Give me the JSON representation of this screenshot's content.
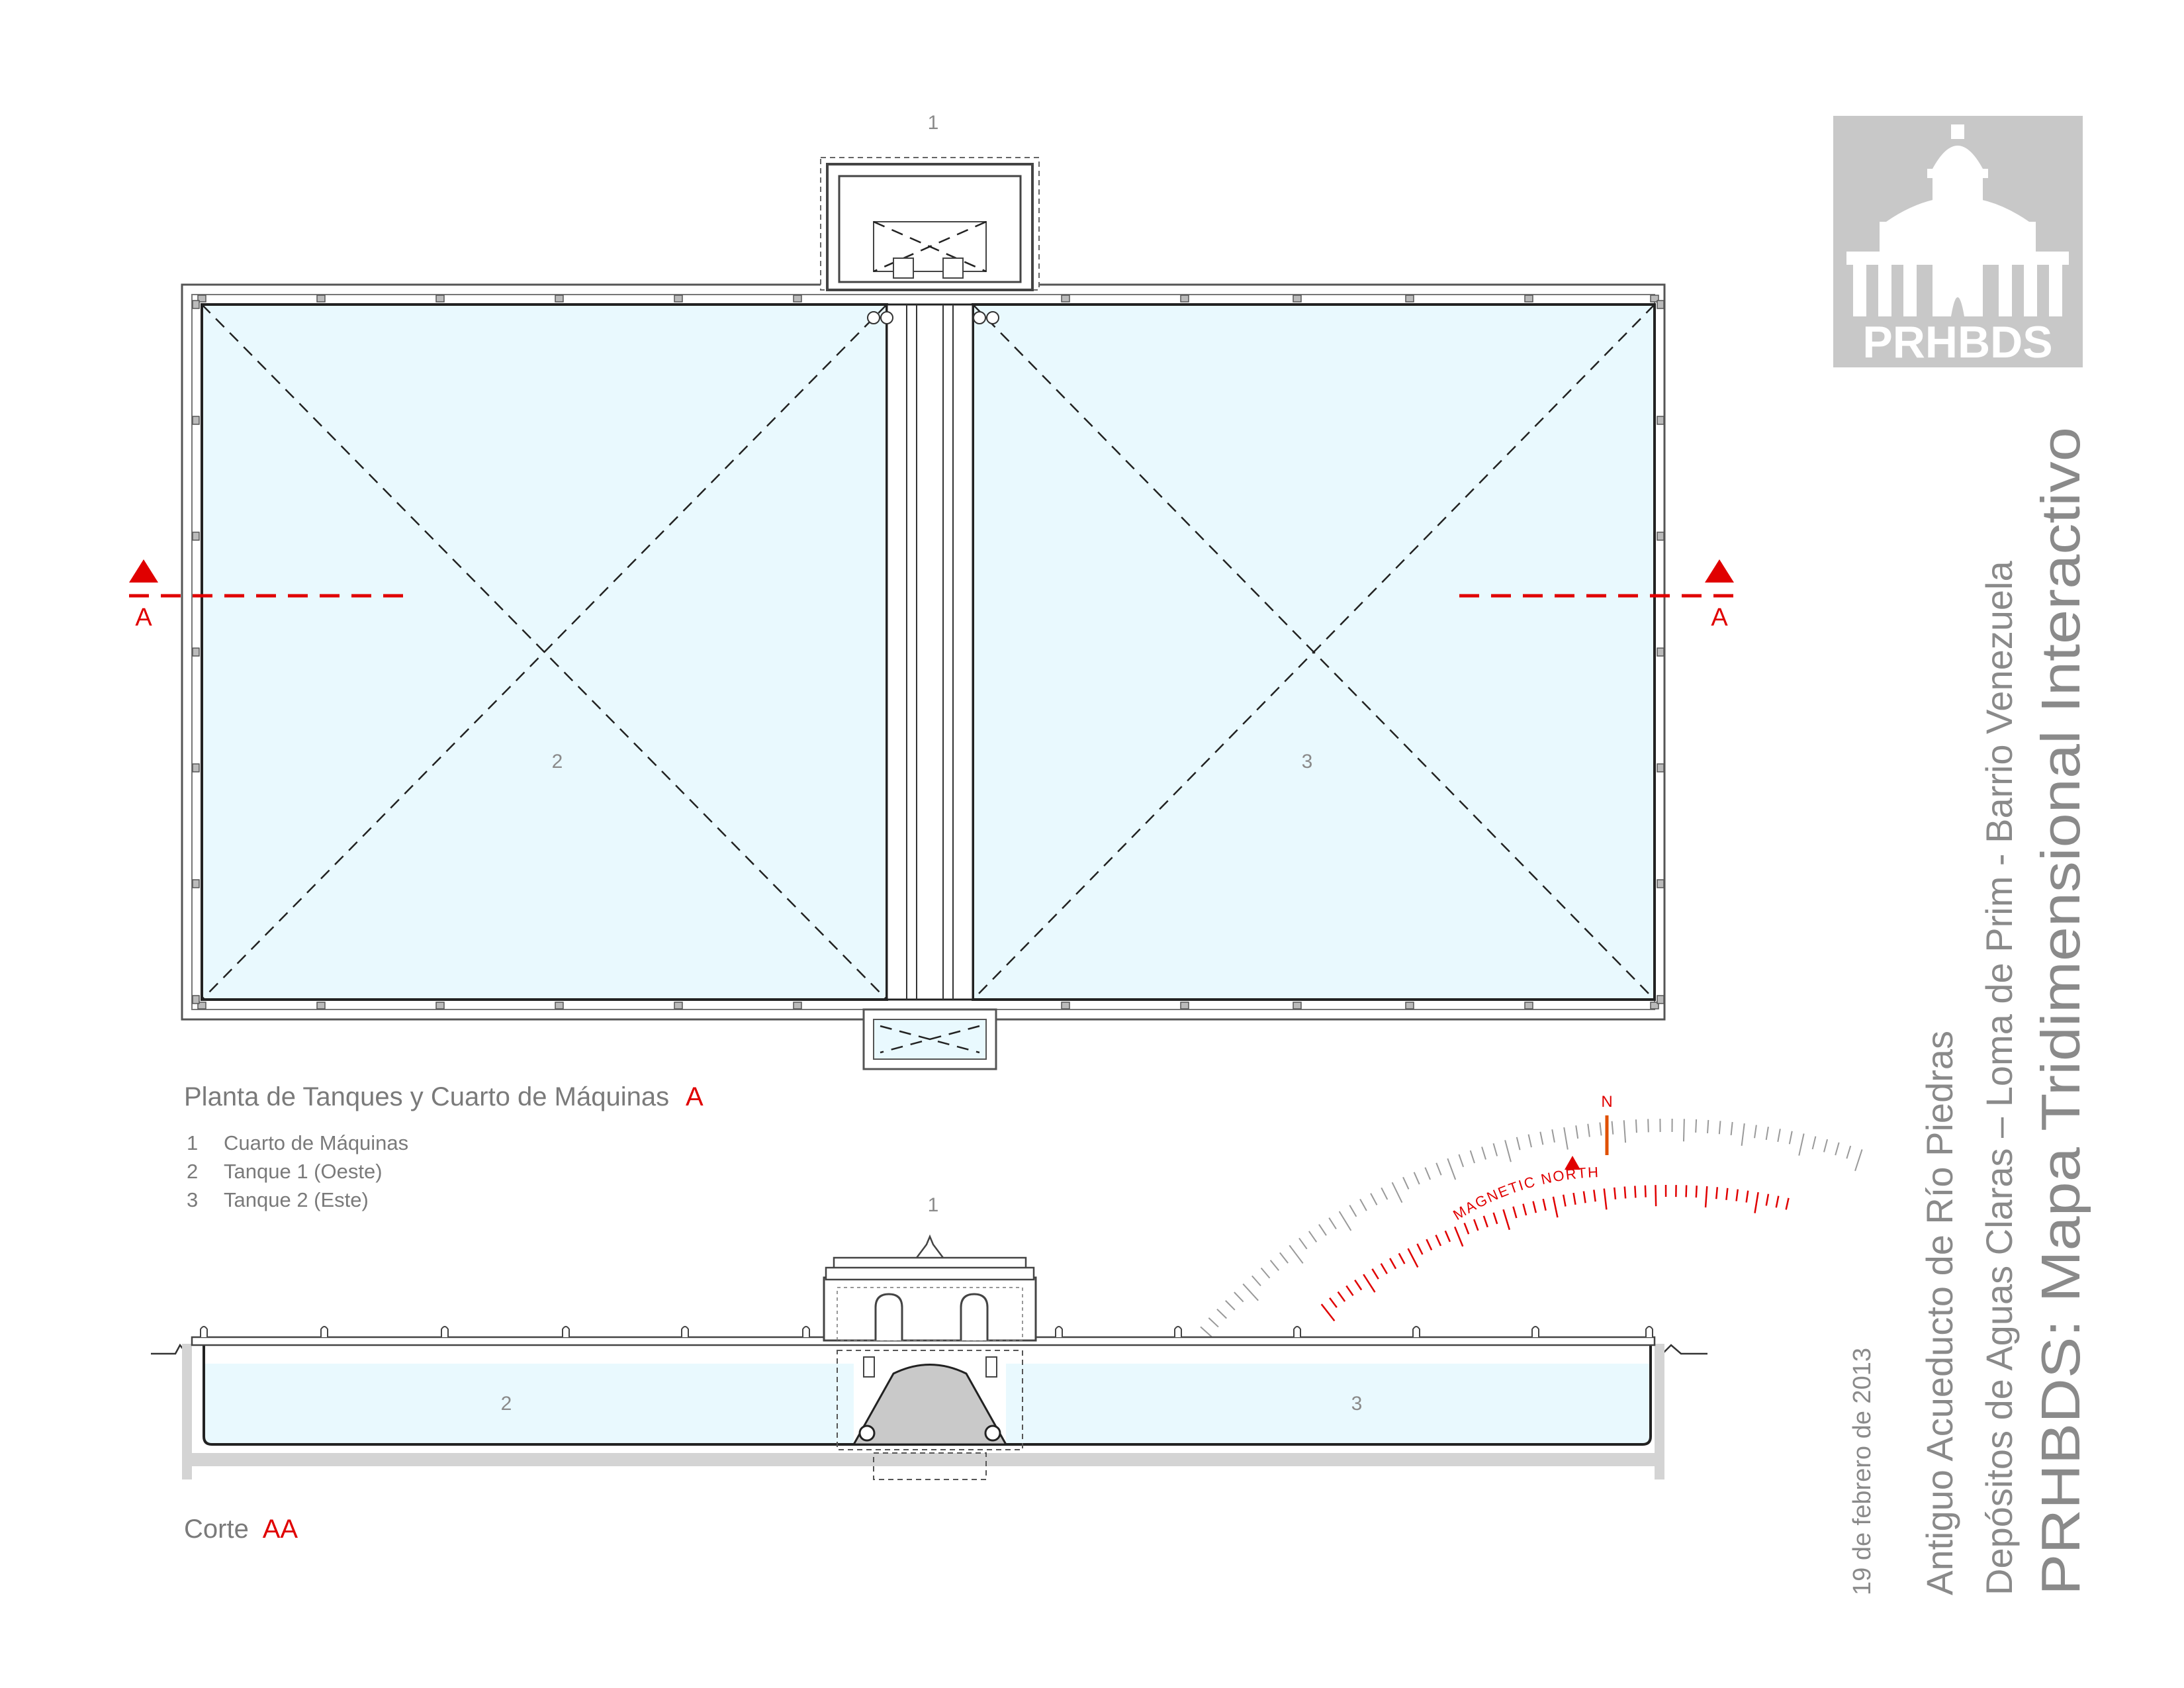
{
  "plan": {
    "title": "Planta de Tanques y Cuarto de Máquinas",
    "title_marker": "A",
    "room_numbers": {
      "machine_room": "1",
      "tank_west": "2",
      "tank_east": "3"
    },
    "section_markers": {
      "left": "A",
      "right": "A"
    }
  },
  "legend": [
    {
      "num": "1",
      "label": "Cuarto de Máquinas"
    },
    {
      "num": "2",
      "label": "Tanque 1 (Oeste)"
    },
    {
      "num": "3",
      "label": "Tanque 2 (Este)"
    }
  ],
  "section": {
    "title": "Corte",
    "title_marker": "AA",
    "room_numbers": {
      "machine_room": "1",
      "tank_west": "2",
      "tank_east": "3"
    }
  },
  "compass": {
    "true_north_label": "N",
    "magnetic_label": "MAGNETIC NORTH"
  },
  "logo": {
    "text": "PRHBDS",
    "icon": "capitol-dome-icon"
  },
  "titleblock": {
    "date": "19 de febrero de 2013",
    "line1": "Antiguo Acueducto de Río Piedras",
    "line2": "Depósitos de Aguas Claras – Loma de Prim - Barrio Venezuela",
    "line3": "PRHBDS: Mapa Tridimensional Interactivo"
  },
  "colors": {
    "water": "#e9f9fe",
    "accent_red": "#e00000",
    "text_gray": "#7a7a7a",
    "logo_bg": "#c8c8c8"
  }
}
